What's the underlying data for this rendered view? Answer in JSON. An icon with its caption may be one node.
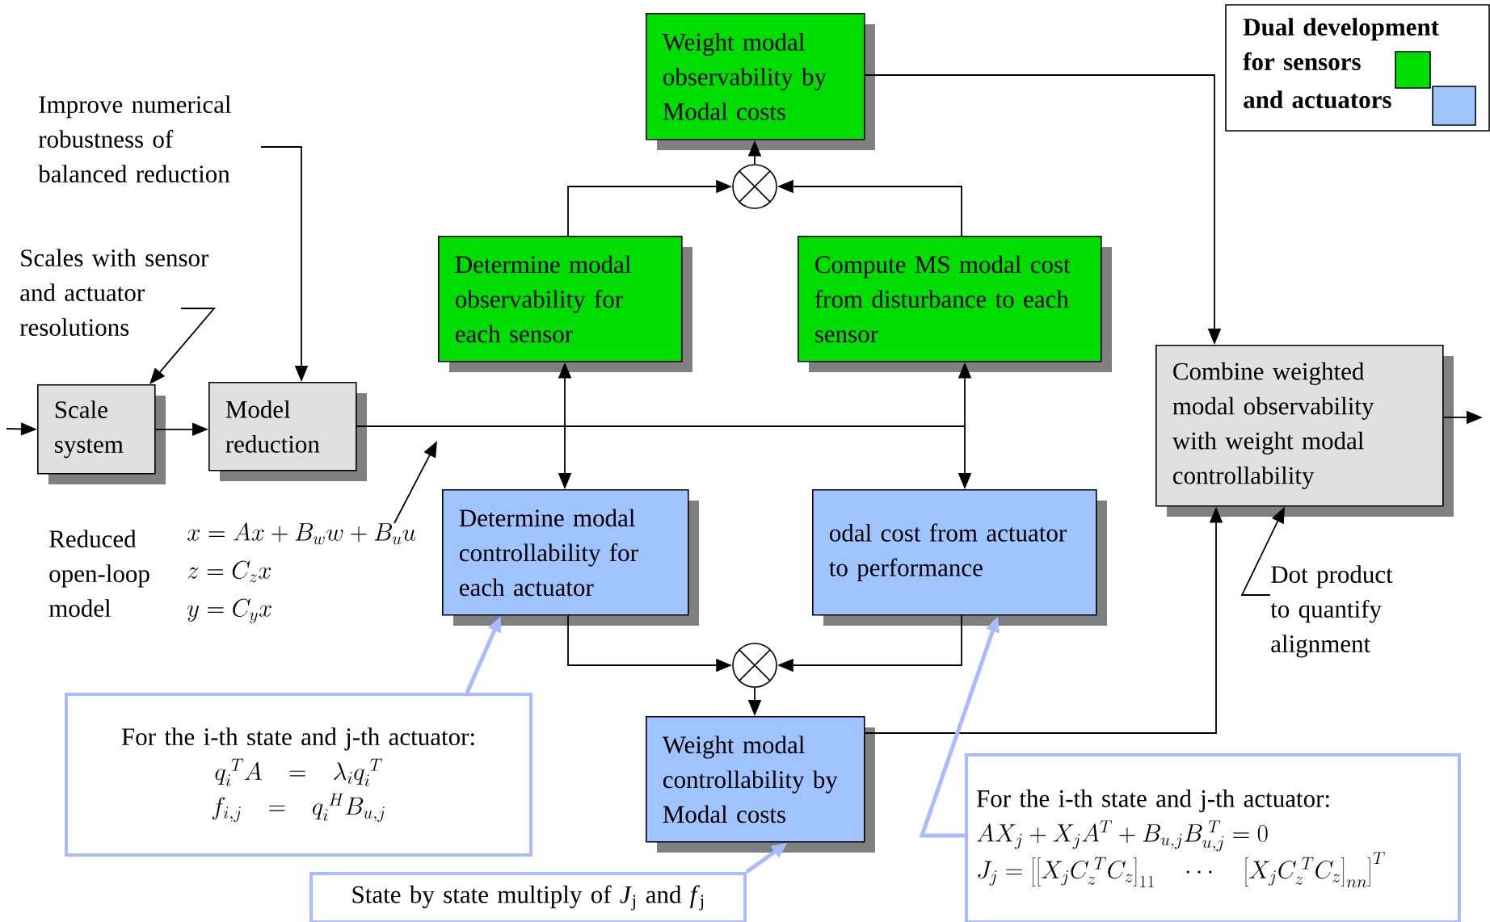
{
  "diagram": {
    "nodes": [
      {
        "text": [
          "Weight modal observability by Modal costs"
        ]
      },
      {
        "text": [
          "Determine modal observability for each sensor"
        ]
      },
      {
        "text": [
          "Compute MS modal cost from disturbance to each sensor"
        ]
      },
      {
        "text": [
          "Scale system"
        ]
      },
      {
        "text": [
          "Model reduction"
        ]
      },
      {
        "text": [
          "Combine weighted modal observability with weight modal controllability"
        ]
      },
      {
        "text": [
          "Determine modal controllability for each actuator"
        ]
      },
      {
        "text": [
          "odal cost from actuator to performance"
        ]
      },
      {
        "text": [
          "Weight modal controllability by Modal costs"
        ]
      },
      {
        "text": [],
        "shape": "circle"
      },
      {
        "text": [],
        "shape": "circle"
      },
      {
        "text": [
          "Improve numerical robustness of balanced reduction"
        ]
      },
      {
        "text": [
          "Scales with sensor and actuator resolutions"
        ]
      },
      {
        "text": [
          "Reduced open-loop model",
          "x = Ax + B_w w + B_u u",
          "z = C_z x",
          "y = C_y x"
        ]
      },
      {
        "text": [
          "For the i-th state and j-th actuator:",
          "q_i^{\\;T} A = \\lambda_i q_i^{\\;T}",
          "f_{i,j} = q_i^{\\;H} B_{u,j}"
        ]
      },
      {
        "text": [
          "State by state multiply of *J*$_{j}$ and *f*$_{j}$"
        ]
      },
      {
        "text": [
          "For the i-th state and j-th actuator:",
          "A X_j + X_j A^T + B_{u,j} B_{u,j}^{\\;T} = 0",
          "J_j = \\left[ \\left[ X_j C_z^{\\;T} C_z \\right]_{11} \\quad \\cdots \\quad \\left[ X_j C_z^{\\;T} C_z \\right]_{nn} \\right]^T"
        ]
      },
      {
        "text": [
          "Dot product to quantify alignment"
        ]
      }
    ],
    "edges": [
      {
        "from": null,
        "to": 3,
        "arrow": "to"
      },
      {
        "from": 3,
        "to": 4,
        "arrow": "to"
      },
      {
        "from": 4,
        "to": 1,
        "arrow": "to"
      },
      {
        "from": 4,
        "to": 6,
        "arrow": "to"
      },
      {
        "from": 4,
        "to": 2,
        "arrow": "to"
      },
      {
        "from": 4,
        "to": 7,
        "arrow": "to"
      },
      {
        "from": 1,
        "to": 9,
        "arrow": "to"
      },
      {
        "from": 2,
        "to": 9,
        "arrow": "to"
      },
      {
        "from": 9,
        "to": 0,
        "arrow": "to"
      },
      {
        "from": 6,
        "to": 10,
        "arrow": "to"
      },
      {
        "from": 7,
        "to": 10,
        "arrow": "to"
      },
      {
        "from": 10,
        "to": 8,
        "arrow": "to"
      },
      {
        "from": 0,
        "to": 5,
        "arrow": "to"
      },
      {
        "from": 8,
        "to": 5,
        "arrow": "to"
      },
      {
        "from": 5,
        "to": null,
        "arrow": "to"
      },
      {
        "from": 11,
        "to": 4,
        "arrow": "to"
      },
      {
        "from": 12,
        "to": 3,
        "arrow": "to"
      },
      {
        "from": 13,
        "to": null,
        "arrow": "to"
      },
      {
        "from": 14,
        "to": 6,
        "arrow": "to",
        "style": "thick",
        "color": "#a8bcff"
      },
      {
        "from": 15,
        "to": 8,
        "arrow": "to",
        "style": "thick",
        "color": "#a8bcff"
      },
      {
        "from": 16,
        "to": 7,
        "arrow": "to",
        "style": "thick",
        "color": "#a8bcff"
      },
      {
        "from": 17,
        "to": 5,
        "arrow": "to"
      }
    ],
    "legend": [
      {
        "text": "Dual development for sensors",
        "color": "#00dd00"
      },
      {
        "text": "and actuators",
        "color": "#a0c4ff"
      }
    ]
  }
}
